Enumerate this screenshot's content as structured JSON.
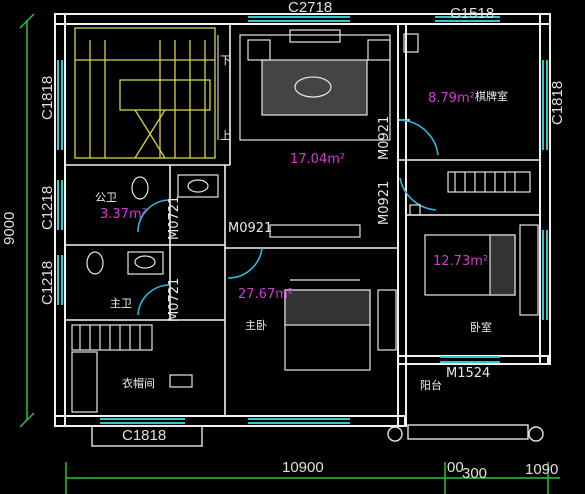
{
  "windows": {
    "top_center": "C2718",
    "top_right": "C1518",
    "left_upper": "C1818",
    "left_middle": "C1218",
    "left_lower": "C1218",
    "right_upper": "C1818",
    "bottom_left": "C1818"
  },
  "doors": {
    "study_door_upper": "M0921",
    "study_door_lower": "M0921",
    "master_bedroom_door": "M0921",
    "public_bath_door": "M0721",
    "master_bath_door": "M0721",
    "balcony_door": "M1524"
  },
  "rooms": {
    "study": {
      "name": "棋牌室",
      "area": "8.79m²"
    },
    "living": {
      "area": "17.04m²"
    },
    "public_bath": {
      "name": "公卫",
      "area": "3.37m²"
    },
    "master_bedroom": {
      "name": "主卧",
      "area": "27.67m²"
    },
    "bedroom": {
      "name": "卧室",
      "area": "12.73m²"
    },
    "master_bath": {
      "name": "主卫"
    },
    "closet": {
      "name": "衣帽间"
    },
    "balcony": {
      "name": "阳台"
    }
  },
  "stairs": {
    "down": "下",
    "up": "上"
  },
  "dimensions": {
    "overall_width": "10900",
    "left_height": "9000",
    "balcony_small": "00",
    "balcony_small_b": "300",
    "balcony_right": "1090"
  },
  "colors": {
    "wall": "#f2f2f2",
    "window": "#34c6c8",
    "door_arc": "#2fb8d8",
    "area_text": "#d23ad2",
    "dimension_line": "#2fbf3a",
    "furniture": "#e6e6e6",
    "stairs": "#d8d44a"
  }
}
